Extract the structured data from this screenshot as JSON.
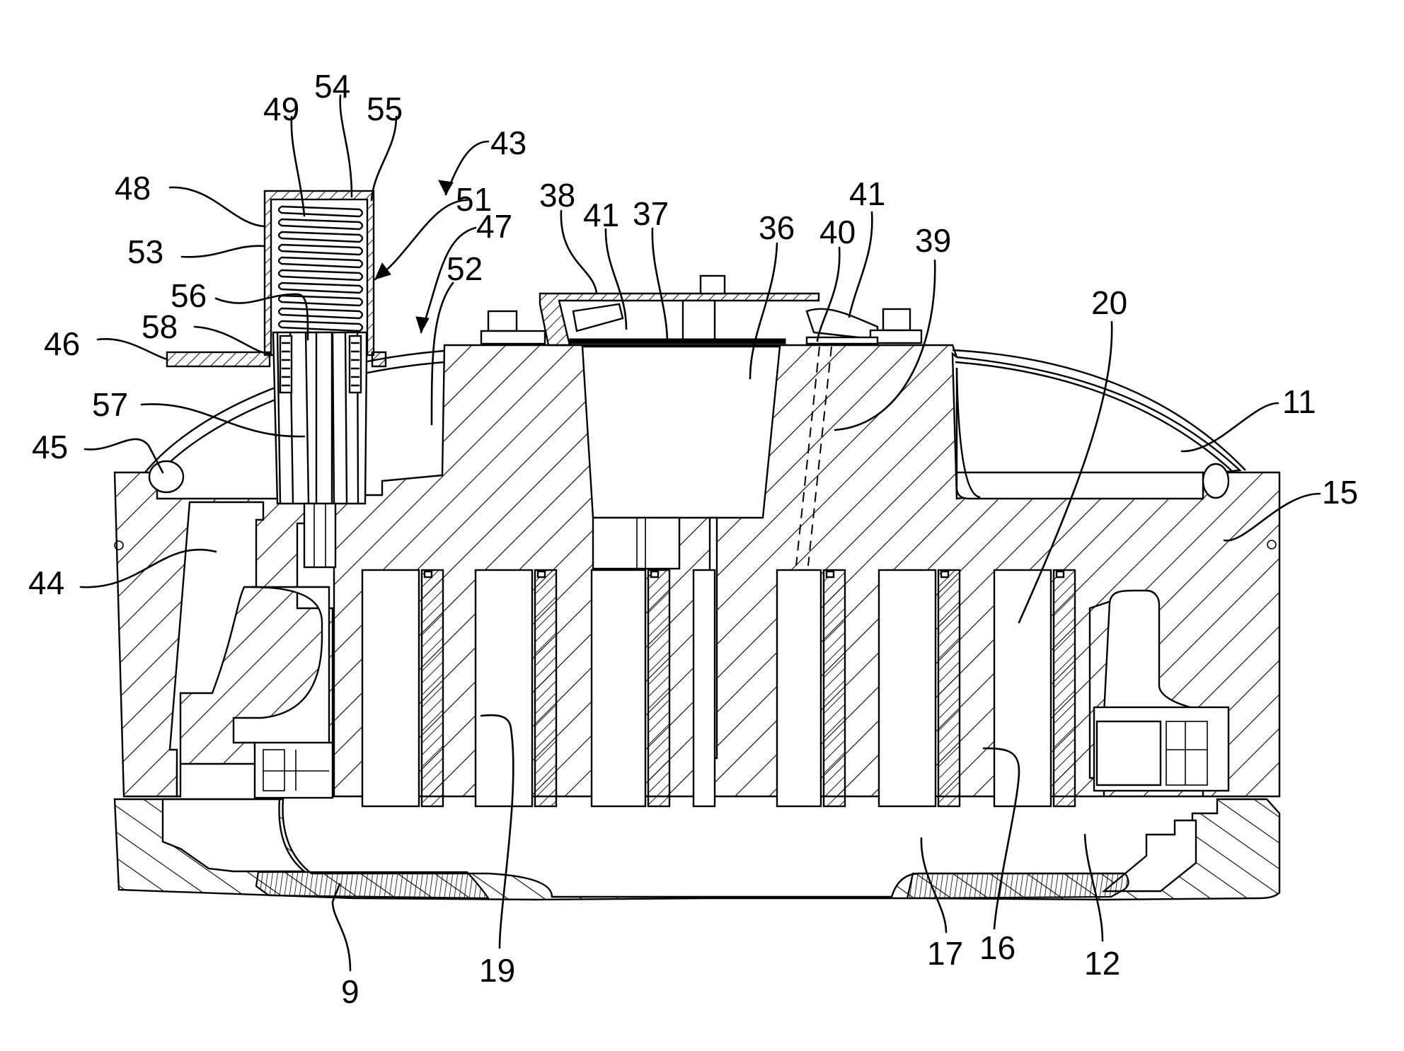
{
  "figure": {
    "kind": "patent cross-section drawing",
    "labels": [
      {
        "id": "lbl-54",
        "text": "54",
        "part": "cap-top"
      },
      {
        "id": "lbl-49",
        "text": "49",
        "part": "spring"
      },
      {
        "id": "lbl-55",
        "text": "55",
        "part": "cap-inner-wall"
      },
      {
        "id": "lbl-43",
        "text": "43",
        "part": "valve-assembly-arrow"
      },
      {
        "id": "lbl-48",
        "text": "48",
        "part": "valve-housing"
      },
      {
        "id": "lbl-51",
        "text": "51",
        "part": "spring-chamber-arrow"
      },
      {
        "id": "lbl-47",
        "text": "47",
        "part": "valve-arrow"
      },
      {
        "id": "lbl-53",
        "text": "53",
        "part": "housing-sleeve"
      },
      {
        "id": "lbl-52",
        "text": "52",
        "part": "valve-stem-sleeve"
      },
      {
        "id": "lbl-56",
        "text": "56",
        "part": "piston-head"
      },
      {
        "id": "lbl-58",
        "text": "58",
        "part": "lower-spring"
      },
      {
        "id": "lbl-46",
        "text": "46",
        "part": "mounting-flange"
      },
      {
        "id": "lbl-57",
        "text": "57",
        "part": "valve-stem"
      },
      {
        "id": "lbl-45",
        "text": "45",
        "part": "seal-ring"
      },
      {
        "id": "lbl-44",
        "text": "44",
        "part": "outlet-passage"
      },
      {
        "id": "lbl-38",
        "text": "38",
        "part": "cover-plate"
      },
      {
        "id": "lbl-41a",
        "text": "41",
        "part": "clamp-left"
      },
      {
        "id": "lbl-37",
        "text": "37",
        "part": "diaphragm"
      },
      {
        "id": "lbl-36",
        "text": "36",
        "part": "central-chamber"
      },
      {
        "id": "lbl-40",
        "text": "40",
        "part": "washer"
      },
      {
        "id": "lbl-41b",
        "text": "41",
        "part": "clamp-right"
      },
      {
        "id": "lbl-39",
        "text": "39",
        "part": "drill-channel"
      },
      {
        "id": "lbl-20",
        "text": "20",
        "part": "cylinder-bore"
      },
      {
        "id": "lbl-11",
        "text": "11",
        "part": "dome-cavity"
      },
      {
        "id": "lbl-15",
        "text": "15",
        "part": "housing-body"
      },
      {
        "id": "lbl-9",
        "text": "9",
        "part": "base-plate"
      },
      {
        "id": "lbl-19",
        "text": "19",
        "part": "cylinder-liner"
      },
      {
        "id": "lbl-17",
        "text": "17",
        "part": "base-web"
      },
      {
        "id": "lbl-16",
        "text": "16",
        "part": "piston-liner"
      },
      {
        "id": "lbl-12",
        "text": "12",
        "part": "base-housing"
      }
    ]
  }
}
